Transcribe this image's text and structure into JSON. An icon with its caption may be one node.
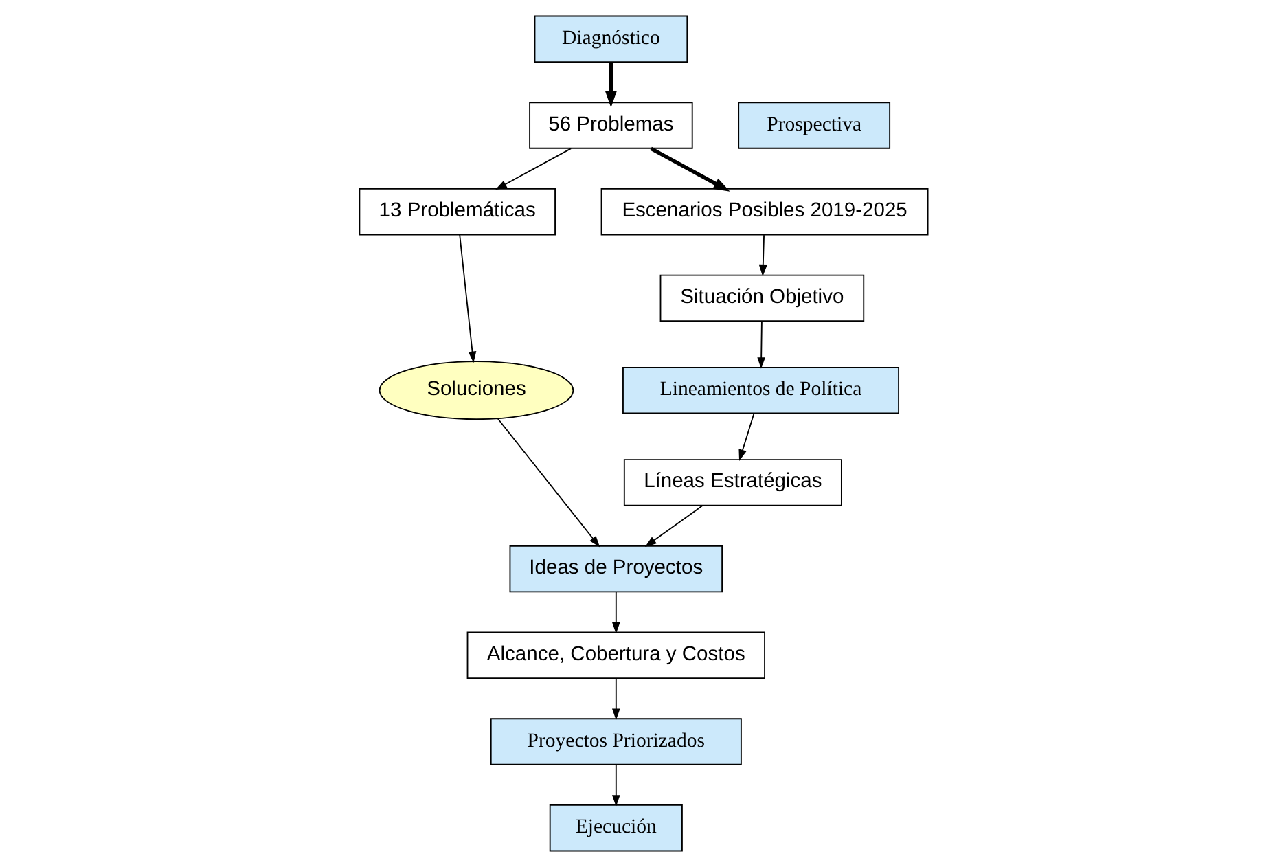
{
  "diagram": {
    "nodes": [
      {
        "text": [
          "Diagnóstico"
        ]
      },
      {
        "text": [
          "56 Problemas"
        ]
      },
      {
        "text": [
          "13 Problemáticas"
        ]
      },
      {
        "text": [
          "Soluciones"
        ]
      },
      {
        "text": [
          "Ideas de Proyectos"
        ]
      },
      {
        "text": [
          "Alcance, Cobertura y Costos"
        ]
      },
      {
        "text": [
          "Proyectos Priorizados"
        ]
      },
      {
        "text": [
          "Prospectiva"
        ]
      },
      {
        "text": [
          "Escenarios Posibles 2019-2025"
        ]
      },
      {
        "text": [
          "Situación Objetivo"
        ]
      },
      {
        "text": [
          "Lineamientos de Política"
        ]
      },
      {
        "text": [
          "Líneas Estratégicas"
        ]
      },
      {
        "text": [
          "Ejecución"
        ]
      }
    ],
    "edges": [
      {
        "from": 0,
        "to": 1,
        "arrow": "to",
        "style": "thick"
      },
      {
        "from": 1,
        "to": 8,
        "arrow": "to",
        "style": "thick"
      },
      {
        "from": 1,
        "to": 2,
        "arrow": "to"
      },
      {
        "from": 2,
        "to": 3,
        "arrow": "to"
      },
      {
        "from": 3,
        "to": 4,
        "arrow": "to"
      },
      {
        "from": 4,
        "to": 5,
        "arrow": "to"
      },
      {
        "from": 5,
        "to": 6,
        "arrow": "to"
      },
      {
        "from": 8,
        "to": 9,
        "arrow": "to"
      },
      {
        "from": 9,
        "to": 10,
        "arrow": "to"
      },
      {
        "from": 10,
        "to": 11,
        "arrow": "to"
      },
      {
        "from": 11,
        "to": 4,
        "arrow": "to"
      },
      {
        "from": 6,
        "to": 12,
        "arrow": "to"
      }
    ]
  }
}
